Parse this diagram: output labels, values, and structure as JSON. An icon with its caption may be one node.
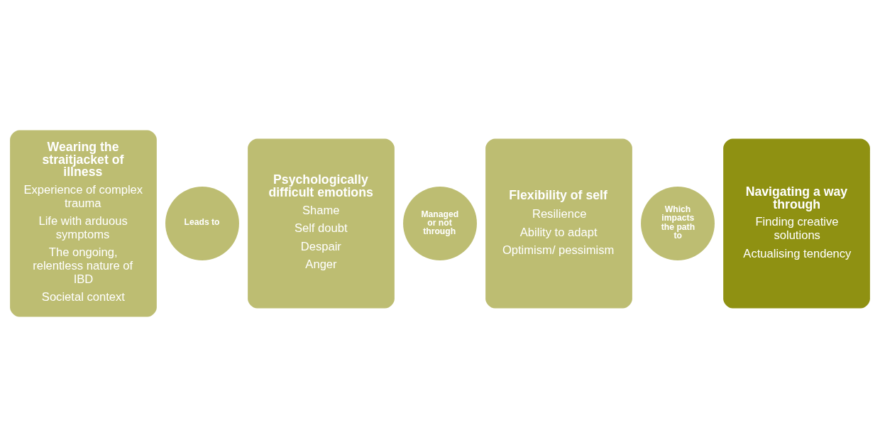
{
  "diagram": {
    "nodes": [
      {
        "text": [
          "Wearing the straitjacket of illness",
          "Experience of complex trauma",
          "Life with arduous symptoms",
          "The ongoing, relentless nature of IBD",
          "Societal context"
        ]
      },
      {
        "text": [
          "Leads to"
        ]
      },
      {
        "text": [
          "Psychologically difficult emotions",
          "Shame",
          "Self doubt",
          "Despair",
          "Anger"
        ]
      },
      {
        "text": [
          "Managed or not through"
        ]
      },
      {
        "text": [
          "Flexibility of self",
          "Resilience",
          "Ability to adapt",
          "Optimism/ pessimism"
        ]
      },
      {
        "text": [
          "Which impacts the path to"
        ]
      },
      {
        "text": [
          "Navigating a way through",
          "Finding creative solutions",
          "Actualising tendency"
        ]
      }
    ],
    "edges": []
  }
}
